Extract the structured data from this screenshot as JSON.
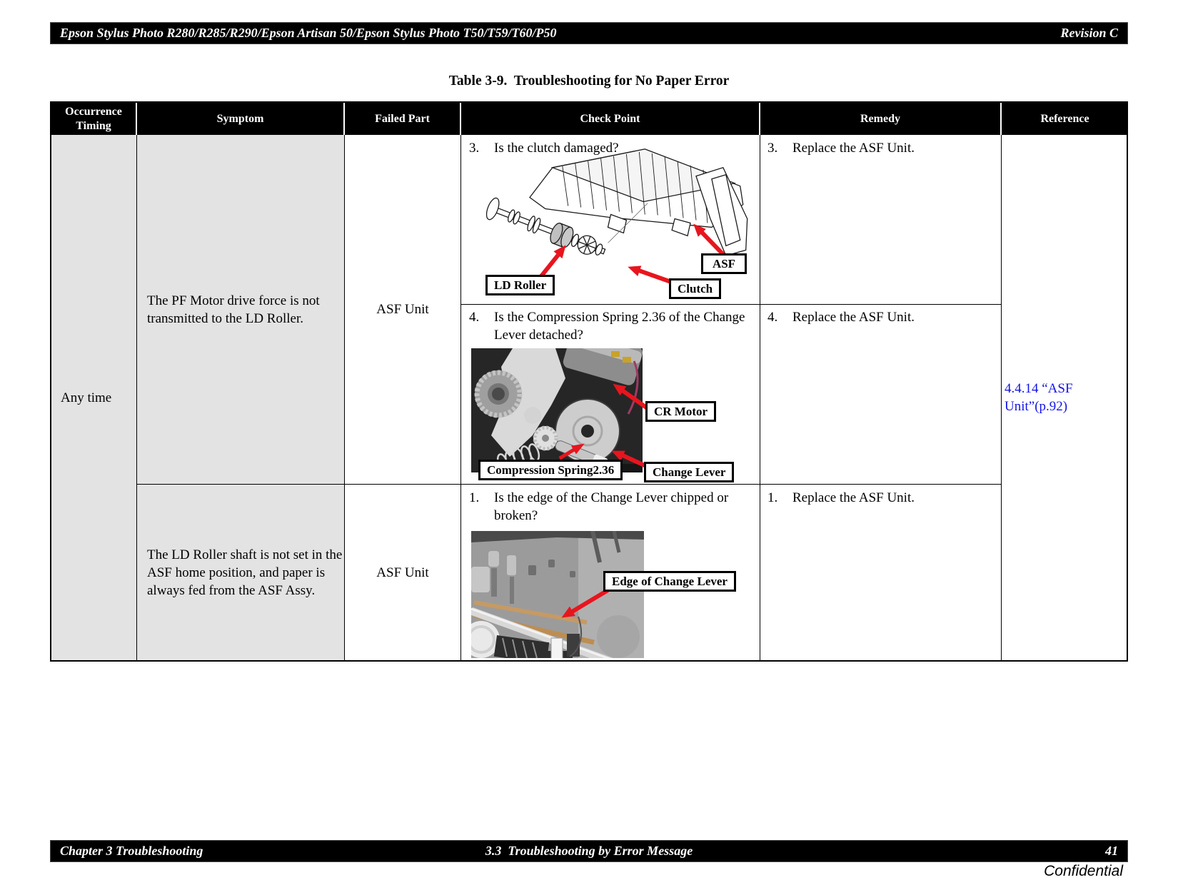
{
  "page_header": {
    "left": "Epson Stylus Photo R280/R285/R290/Epson Artisan 50/Epson Stylus Photo T50/T59/T60/P50",
    "right": "Revision C"
  },
  "title": "Table 3-9.  Troubleshooting for No Paper Error",
  "table": {
    "headers": {
      "occurrence_timing": "Occurrence\nTiming",
      "symptom": "Symptom",
      "failed_part": "Failed Part",
      "check_point": "Check Point",
      "remedy": "Remedy",
      "reference": "Reference"
    },
    "occurrence": "Any time",
    "row1": {
      "symptom": "The PF Motor drive force is not\ntransmitted to the LD Roller.",
      "failed_part": "ASF Unit",
      "check3": {
        "num": "3.",
        "question": "Is the clutch damaged?"
      },
      "check4": {
        "num": "4.",
        "question": "Is the Compression Spring 2.36 of the Change\nLever detached?"
      },
      "remedy3": {
        "num": "3.",
        "text": "Replace the ASF Unit."
      },
      "remedy4": {
        "num": "4.",
        "text": "Replace the ASF Unit."
      },
      "labels": {
        "asf": "ASF",
        "ld_roller": "LD Roller",
        "clutch": "Clutch",
        "cr_motor": "CR Motor",
        "compression_spring": "Compression Spring2.36",
        "change_lever": "Change Lever"
      }
    },
    "row2": {
      "symptom": "The LD Roller shaft is not set in the\nASF home position, and paper is\nalways fed from the ASF Assy.",
      "failed_part": "ASF Unit",
      "check1": {
        "num": "1.",
        "question": "Is the edge of the Change Lever chipped or\nbroken?"
      },
      "remedy1": {
        "num": "1.",
        "text": "Replace the ASF Unit."
      },
      "labels": {
        "edge_of_change_lever": "Edge of Change Lever"
      }
    },
    "reference": "4.4.14 “ASF\nUnit”(p.92)"
  },
  "page_footer": {
    "left": "Chapter 3 Troubleshooting",
    "center": "3.3  Troubleshooting by Error Message",
    "page_number": "41",
    "confidential": "Confidential"
  },
  "colors": {
    "link_blue": "#1414e6",
    "arrow_red": "#e8151e",
    "cell_gray": "#e3e3e3",
    "bar_black": "#000000"
  }
}
